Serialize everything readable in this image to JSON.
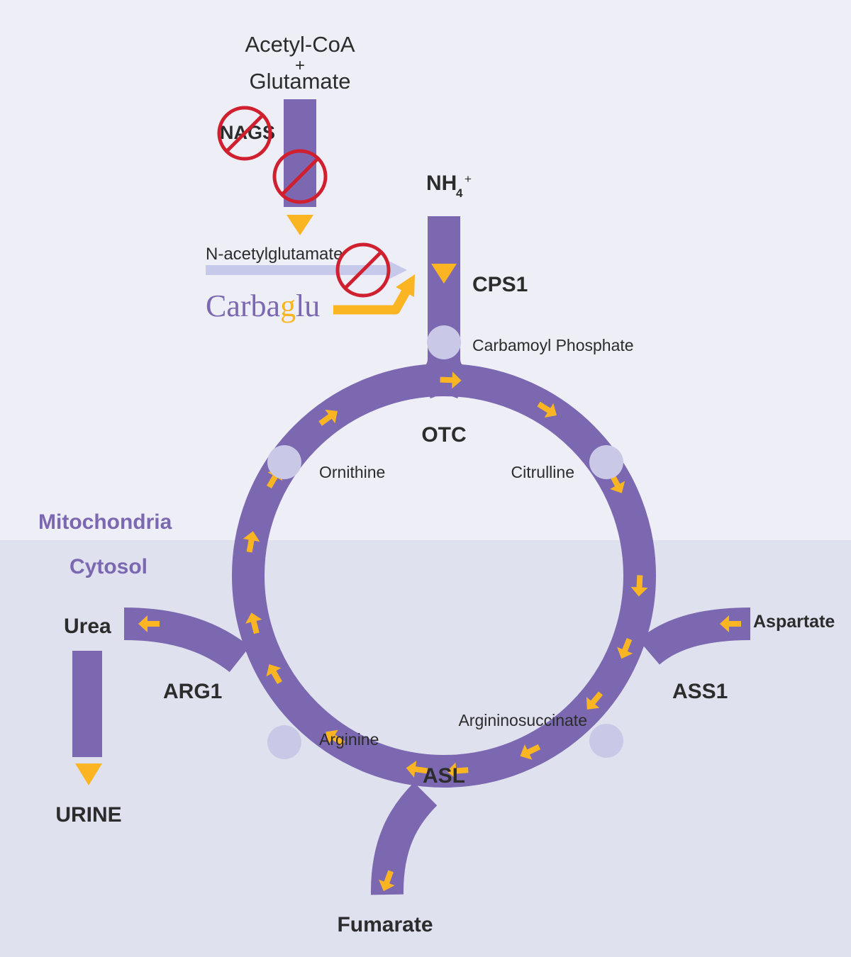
{
  "colors": {
    "mito_bg": "#eeeef7",
    "cyto_bg": "#dfe1ef",
    "pathway": "#7b68b0",
    "arrow": "#fbb523",
    "metabolite_node": "#c9c8e6",
    "inhibition": "#d0202f",
    "faded_arrow": "#c7c9ea",
    "label_dark": "#2c2c2c",
    "label_region": "#7b68b0"
  },
  "regions": {
    "mitochondria": "Mitochondria",
    "cytosol": "Cytosol"
  },
  "substrates": {
    "acetyl_coa": "Acetyl-CoA",
    "plus": "+",
    "glutamate": "Glutamate",
    "ammonium_base": "NH",
    "ammonium_sub": "4",
    "ammonium_sup": "+"
  },
  "nags": {
    "label": "NAGS",
    "blocked": true
  },
  "n_acetylglutamate": {
    "label": "N-acetylglutamate",
    "blocked": true
  },
  "carbaglu": {
    "part1": "Carba",
    "part2": "g",
    "part3": "lu"
  },
  "enzymes": {
    "cps1": "CPS1",
    "otc": "OTC",
    "ass1": "ASS1",
    "asl": "ASL",
    "arg1": "ARG1"
  },
  "metabolites": {
    "carbamoyl_phosphate": "Carbamoyl Phosphate",
    "citrulline": "Citrulline",
    "argininosuccinate": "Argininosuccinate",
    "arginine": "Arginine",
    "ornithine": "Ornithine"
  },
  "products": {
    "aspartate": "Aspartate",
    "fumarate": "Fumarate",
    "urea": "Urea",
    "urine": "URINE"
  }
}
